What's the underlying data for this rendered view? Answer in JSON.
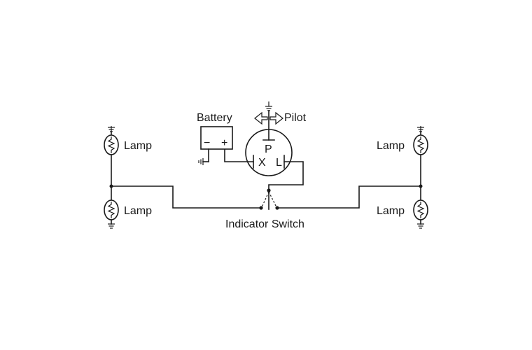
{
  "labels": {
    "battery": "Battery",
    "pilot": "Pilot",
    "lamp_top_left": "Lamp",
    "lamp_bottom_left": "Lamp",
    "lamp_top_right": "Lamp",
    "lamp_bottom_right": "Lamp",
    "switch": "Indicator Switch"
  },
  "battery_terminals": {
    "negative": "−",
    "positive": "+"
  },
  "flasher_terminals": {
    "p": "P",
    "x": "X",
    "l": "L"
  }
}
